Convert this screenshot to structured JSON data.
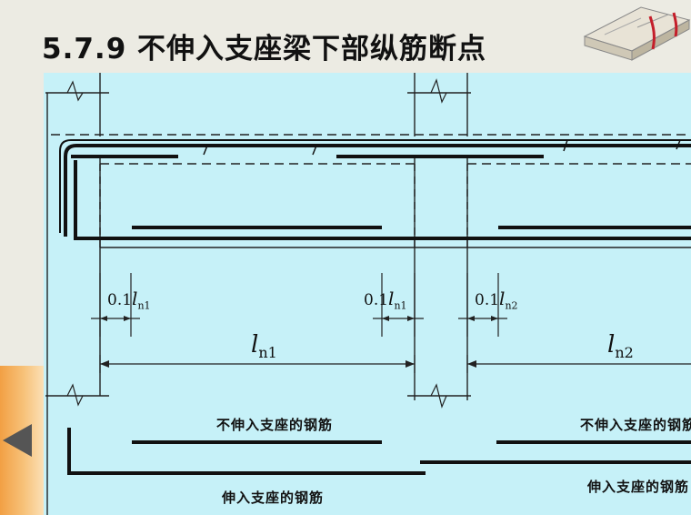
{
  "slide": {
    "title": "5.7.9 不伸入支座梁下部纵筋断点"
  },
  "diagram": {
    "dims": {
      "d1": {
        "coef": "0.1",
        "sym": "l",
        "sub": "n1"
      },
      "d2": {
        "coef": "0.1",
        "sym": "l",
        "sub": "n1"
      },
      "d3": {
        "coef": "0.1",
        "sym": "l",
        "sub": "n2"
      },
      "span1": {
        "sym": "l",
        "sub": "n1"
      },
      "span2": {
        "sym": "l",
        "sub": "n2"
      }
    },
    "captions": {
      "not_into_support_1": "不伸入支座的钢筋",
      "not_into_support_2": "不伸入支座的钢筋",
      "into_support_1": "伸入支座的钢筋",
      "into_support_2": "伸入支座的钢筋"
    }
  },
  "colors": {
    "canvas_bg": "#c6f1f8",
    "page_bg": "#ecebe3",
    "accent": "#f2a044"
  },
  "icons": {
    "book": "book-icon",
    "prev": "triangle-left-icon"
  }
}
